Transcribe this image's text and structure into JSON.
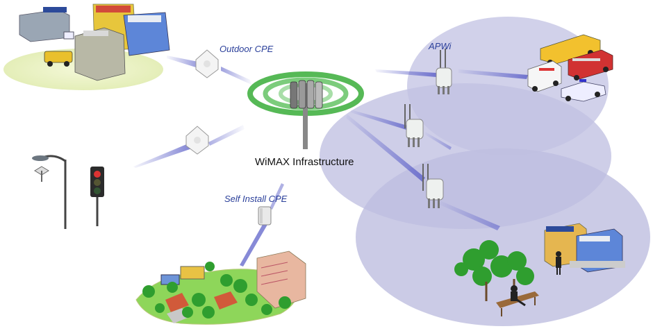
{
  "labels": {
    "outdoor_cpe": "Outdoor CPE",
    "apwi": "APWi",
    "infrastructure": "WiMAX Infrastructure",
    "self_install_cpe": "Self Install CPE"
  },
  "colors": {
    "coverage_fill": "#c9c9e6",
    "beam": "#5f63c9",
    "signal_ring": "#56b956",
    "label_text": "#2a3f9a"
  }
}
